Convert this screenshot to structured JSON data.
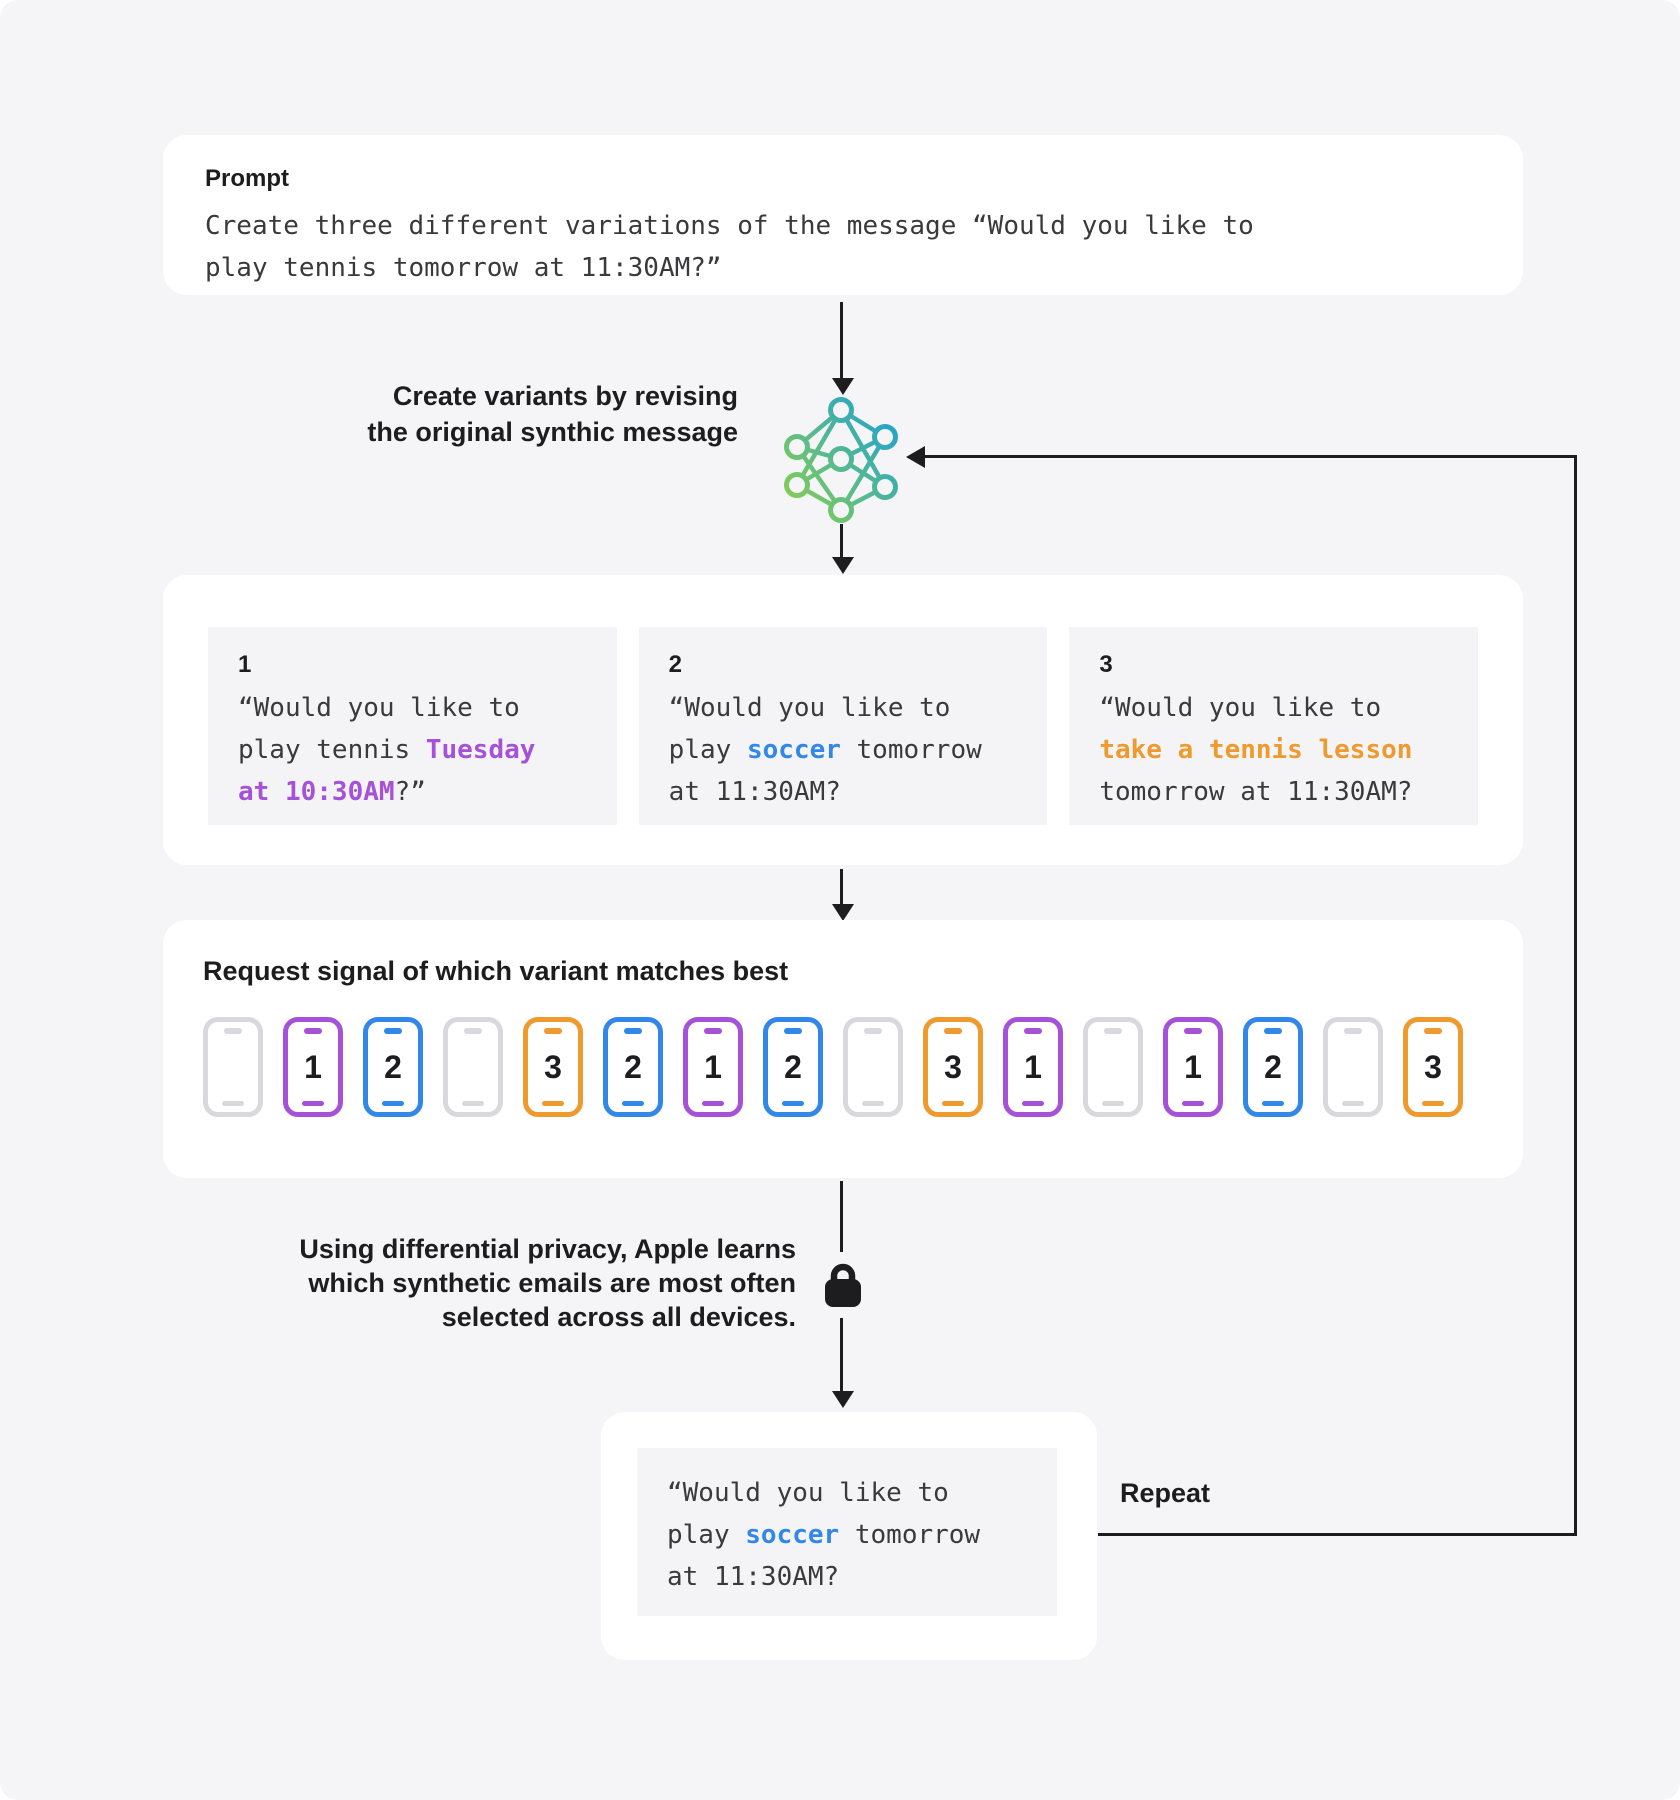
{
  "colors": {
    "page_background": "#f5f5f7",
    "card_background": "#ffffff",
    "inner_box_background": "#f4f4f6",
    "ink": "#1d1d1f",
    "mono_ink": "#3a3a3c",
    "purple": "#a551d8",
    "blue": "#3287e8",
    "orange": "#ef9a2f",
    "phone_empty_gray": "#d8d8dd",
    "network_gradient_start": "#93d347",
    "network_gradient_end": "#23a3cc"
  },
  "prompt": {
    "label": "Prompt",
    "text": "Create three different variations of the message “Would you like to play tennis tomorrow at 11:30AM?”"
  },
  "generator": {
    "label_lines": [
      "Create variants by revising",
      "the original synthic message"
    ],
    "icon": "neural-network"
  },
  "variants": {
    "items": [
      {
        "num": "1",
        "pre": "“Would you like to play tennis ",
        "highlight": "Tuesday at 10:30AM",
        "post": "?”",
        "color": "purple"
      },
      {
        "num": "2",
        "pre": "“Would you like to play ",
        "highlight": "soccer",
        "post": " tomorrow at 11:30AM?",
        "color": "blue"
      },
      {
        "num": "3",
        "pre": "“Would you like to ",
        "highlight": "take a tennis lesson",
        "post": " tomorrow at 11:30AM?",
        "color": "orange"
      }
    ]
  },
  "signal": {
    "title": "Request signal of which variant matches best",
    "phones": [
      "",
      "1",
      "2",
      "",
      "3",
      "2",
      "1",
      "2",
      "",
      "3",
      "1",
      "",
      "1",
      "2",
      "",
      "3"
    ]
  },
  "privacy": {
    "icon": "padlock",
    "lines": [
      "Using differential privacy, Apple learns",
      "which synthetic emails are most often",
      "selected across all devices."
    ]
  },
  "result": {
    "pre": "“Would you like to play ",
    "highlight": "soccer",
    "post": " tomorrow at 11:30AM?",
    "color": "blue"
  },
  "repeat": {
    "label": "Repeat"
  }
}
